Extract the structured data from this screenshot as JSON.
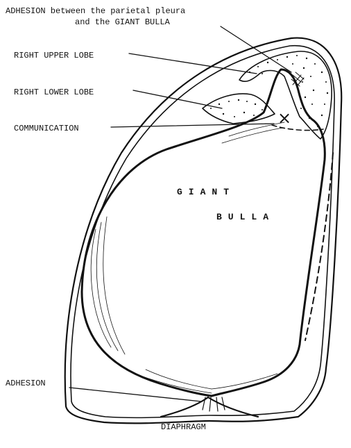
{
  "labels": {
    "adhesion_top_line1": "ADHESION  between the parietal pleura",
    "adhesion_top_line2": "and the  GIANT BULLA",
    "right_upper_lobe": "RIGHT UPPER LOBE",
    "right_lower_lobe": "RIGHT LOWER LOBE",
    "communication": "COMMUNICATION",
    "communication_mark": "×",
    "giant": "GIANT",
    "bulla": "BULLA",
    "adhesion_bottom": "ADHESION",
    "diaphragm": "DIAPHRAGM"
  }
}
